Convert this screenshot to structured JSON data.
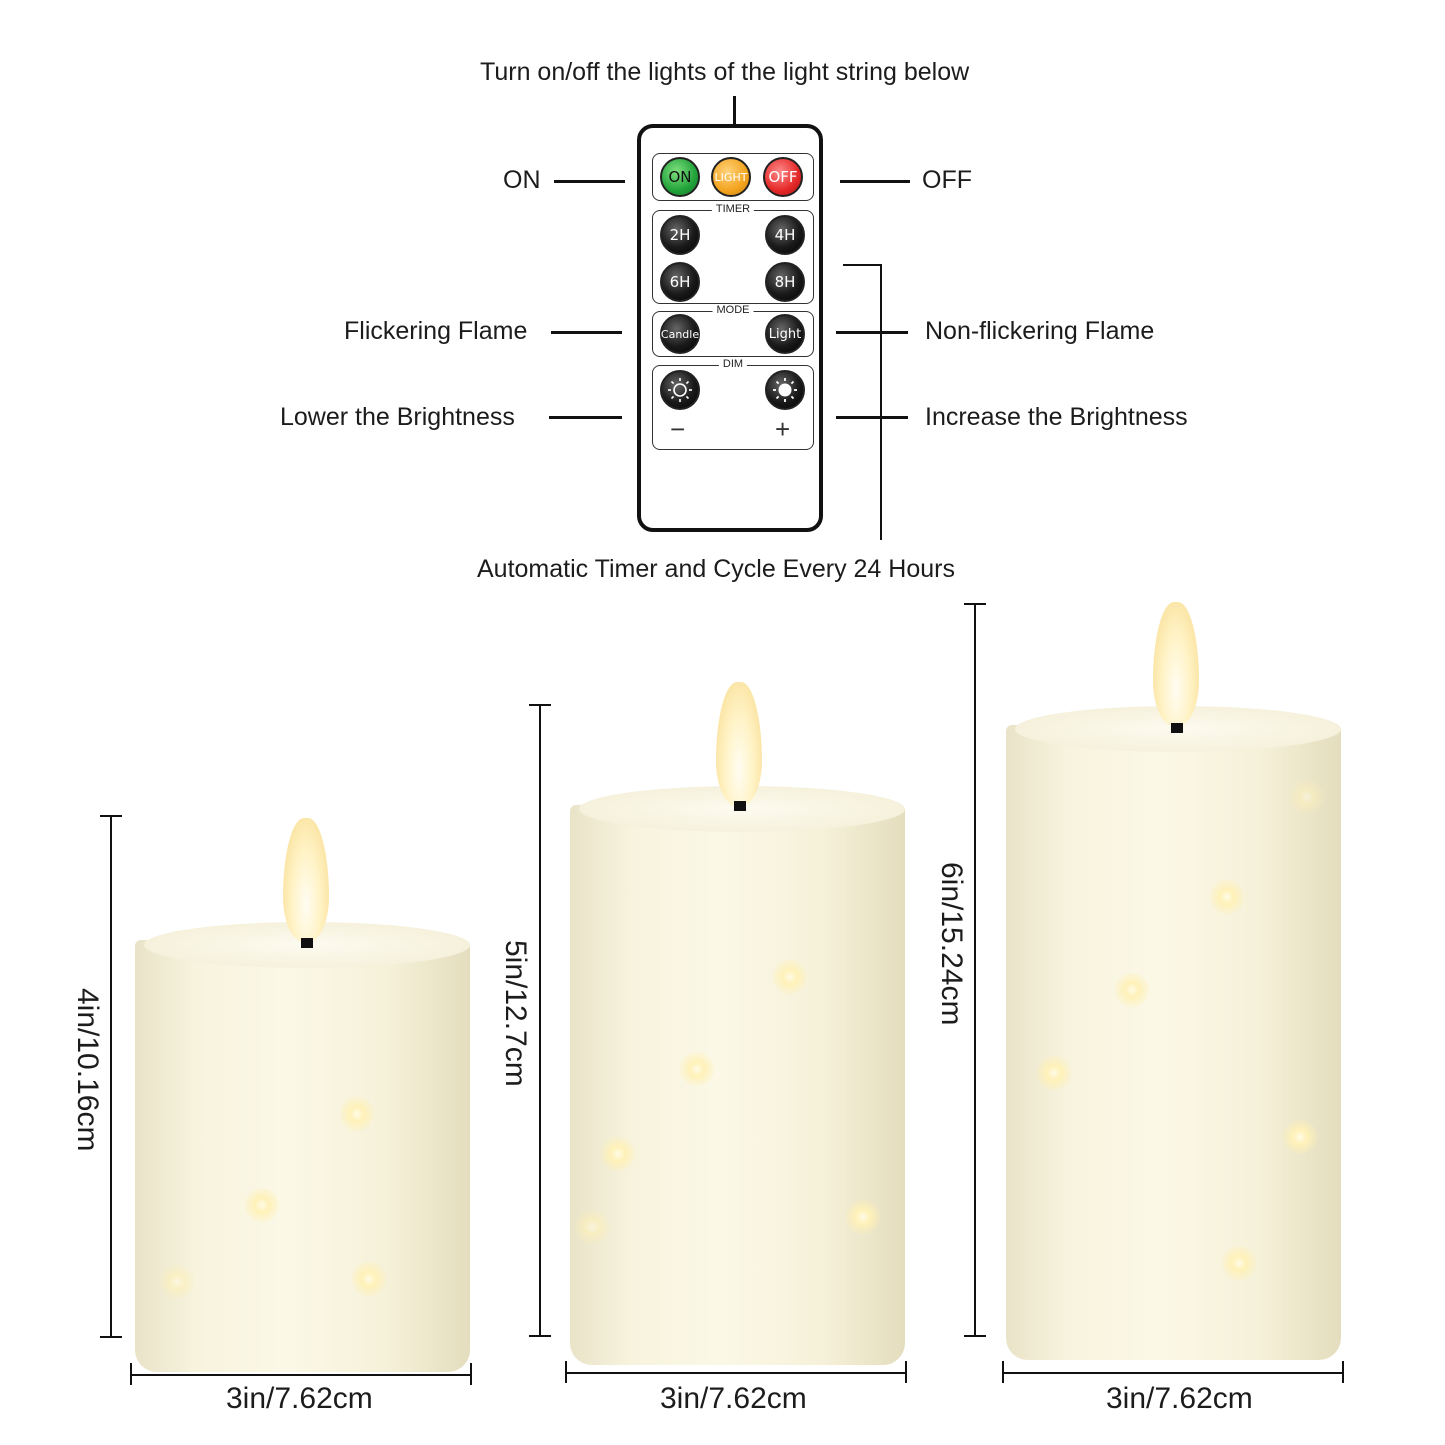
{
  "remote": {
    "top_caption": "Turn on/off the lights of the light string below",
    "bottom_caption": "Automatic Timer and Cycle Every 24 Hours",
    "callouts": {
      "on": "ON",
      "off": "OFF",
      "flicker": "Flickering Flame",
      "non_flicker": "Non-flickering Flame",
      "lower": "Lower the Brightness",
      "increase": "Increase the Brightness"
    },
    "buttons": {
      "on": "ON",
      "light": "LIGHT",
      "off": "OFF",
      "timer_2h": "2H",
      "timer_4h": "4H",
      "timer_6h": "6H",
      "timer_8h": "8H",
      "candle": "Candle",
      "light_mode": "Light"
    },
    "groups": {
      "timer": "TIMER",
      "mode": "MODE",
      "dim": "DIM"
    },
    "dim_minus": "−",
    "dim_plus": "+"
  },
  "candles": [
    {
      "height": "4in/10.16cm",
      "width": "3in/7.62cm"
    },
    {
      "height": "5in/12.7cm",
      "width": "3in/7.62cm"
    },
    {
      "height": "6in/15.24cm",
      "width": "3in/7.62cm"
    }
  ],
  "colors": {
    "on_button": "#22a23a",
    "light_button": "#f3a41f",
    "off_button": "#e52828",
    "candle_body": "#f7f3dd"
  }
}
